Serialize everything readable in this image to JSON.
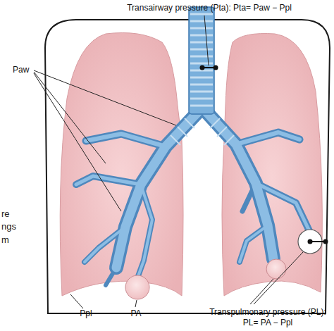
{
  "diagram": {
    "labels": [
      "Transairway pressure (Pta): Pta= Paw − Ppl",
      "Paw",
      "PA",
      "Ppl",
      "Transpulmonary pressure (PL):",
      "PL= PA − Ppl",
      "re",
      "ngs",
      "m"
    ]
  }
}
